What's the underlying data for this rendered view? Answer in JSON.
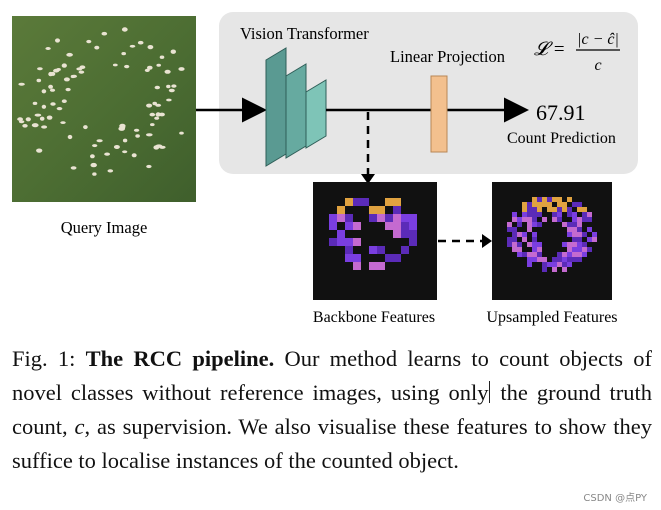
{
  "figure": {
    "query_image_label": "Query Image",
    "vision_transformer_label": "Vision Transformer",
    "linear_projection_label": "Linear Projection",
    "loss_formula": "𝓛 = |c − ĉ| / c",
    "loss_lhs": "𝓛 =",
    "loss_numerator": "|c − ĉ|",
    "loss_denominator": "c",
    "prediction_value": "67.91",
    "prediction_label": "Count Prediction",
    "backbone_label": "Backbone Features",
    "upsampled_label": "Upsampled Features"
  },
  "caption": {
    "fig_label": "Fig. 1:",
    "title": "The RCC pipeline.",
    "text_part1": " Our method learns to count objects of novel classes without reference images, using only",
    "text_part2": " the ground truth count, ",
    "variable": "c",
    "text_part3": ", as supervision. We also visualise these features to show they suffice to localise instances of the counted object."
  },
  "watermark": "CSDN @点PY",
  "colors": {
    "panel_bg": "#e6e6e6",
    "vit_block": "#5a9a92",
    "vit_block_light": "#7ec4b7",
    "projection": "#f3c08e",
    "heatmap_bg": "#111111"
  },
  "icons": [
    "sheep-field-image",
    "arrow-right-icon",
    "dashed-arrow-down-icon",
    "dashed-arrow-right-icon"
  ]
}
